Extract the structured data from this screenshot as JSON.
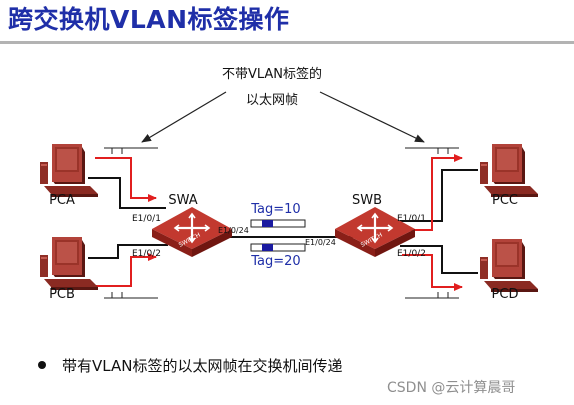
{
  "title": "跨交换机VLAN标签操作",
  "annotation": {
    "line1": "不带VLAN标签的",
    "line2": "以太网帧"
  },
  "switches": {
    "left": {
      "name": "SWA",
      "body_text": "SWITCH",
      "ports": {
        "p1": "E1/0/1",
        "p2": "E1/0/2",
        "trunk": "E1/0/24"
      }
    },
    "right": {
      "name": "SWB",
      "body_text": "SWITCH",
      "ports": {
        "p1": "E1/0/1",
        "p2": "E1/0/2",
        "trunk": "E1/0/24"
      }
    }
  },
  "hosts": {
    "pca": "PCA",
    "pcb": "PCB",
    "pcc": "PCC",
    "pcd": "PCD"
  },
  "tags": {
    "top": "Tag=10",
    "bottom": "Tag=20"
  },
  "bullet": "带有VLAN标签的以太网帧在交换机间传递",
  "watermark": "CSDN @云计算晨哥",
  "colors": {
    "title": "#1f2fa8",
    "arrow": "#e11f1f",
    "tag": "#1f2fa8",
    "tag_block": "#1a1aa0",
    "switch": "#b3322a"
  }
}
